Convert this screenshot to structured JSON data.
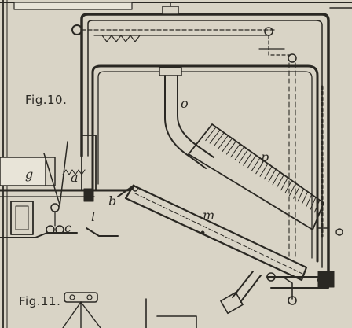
{
  "figures": {
    "fig10": "Fig.10.",
    "fig11": "Fig.11."
  },
  "parts": {
    "a": "a",
    "b": "b",
    "c": "c",
    "g": "g",
    "l": "l",
    "m": "m",
    "o": "o",
    "p": "p"
  },
  "colors": {
    "paper": "#d9d4c6",
    "ink": "#2a2823"
  }
}
